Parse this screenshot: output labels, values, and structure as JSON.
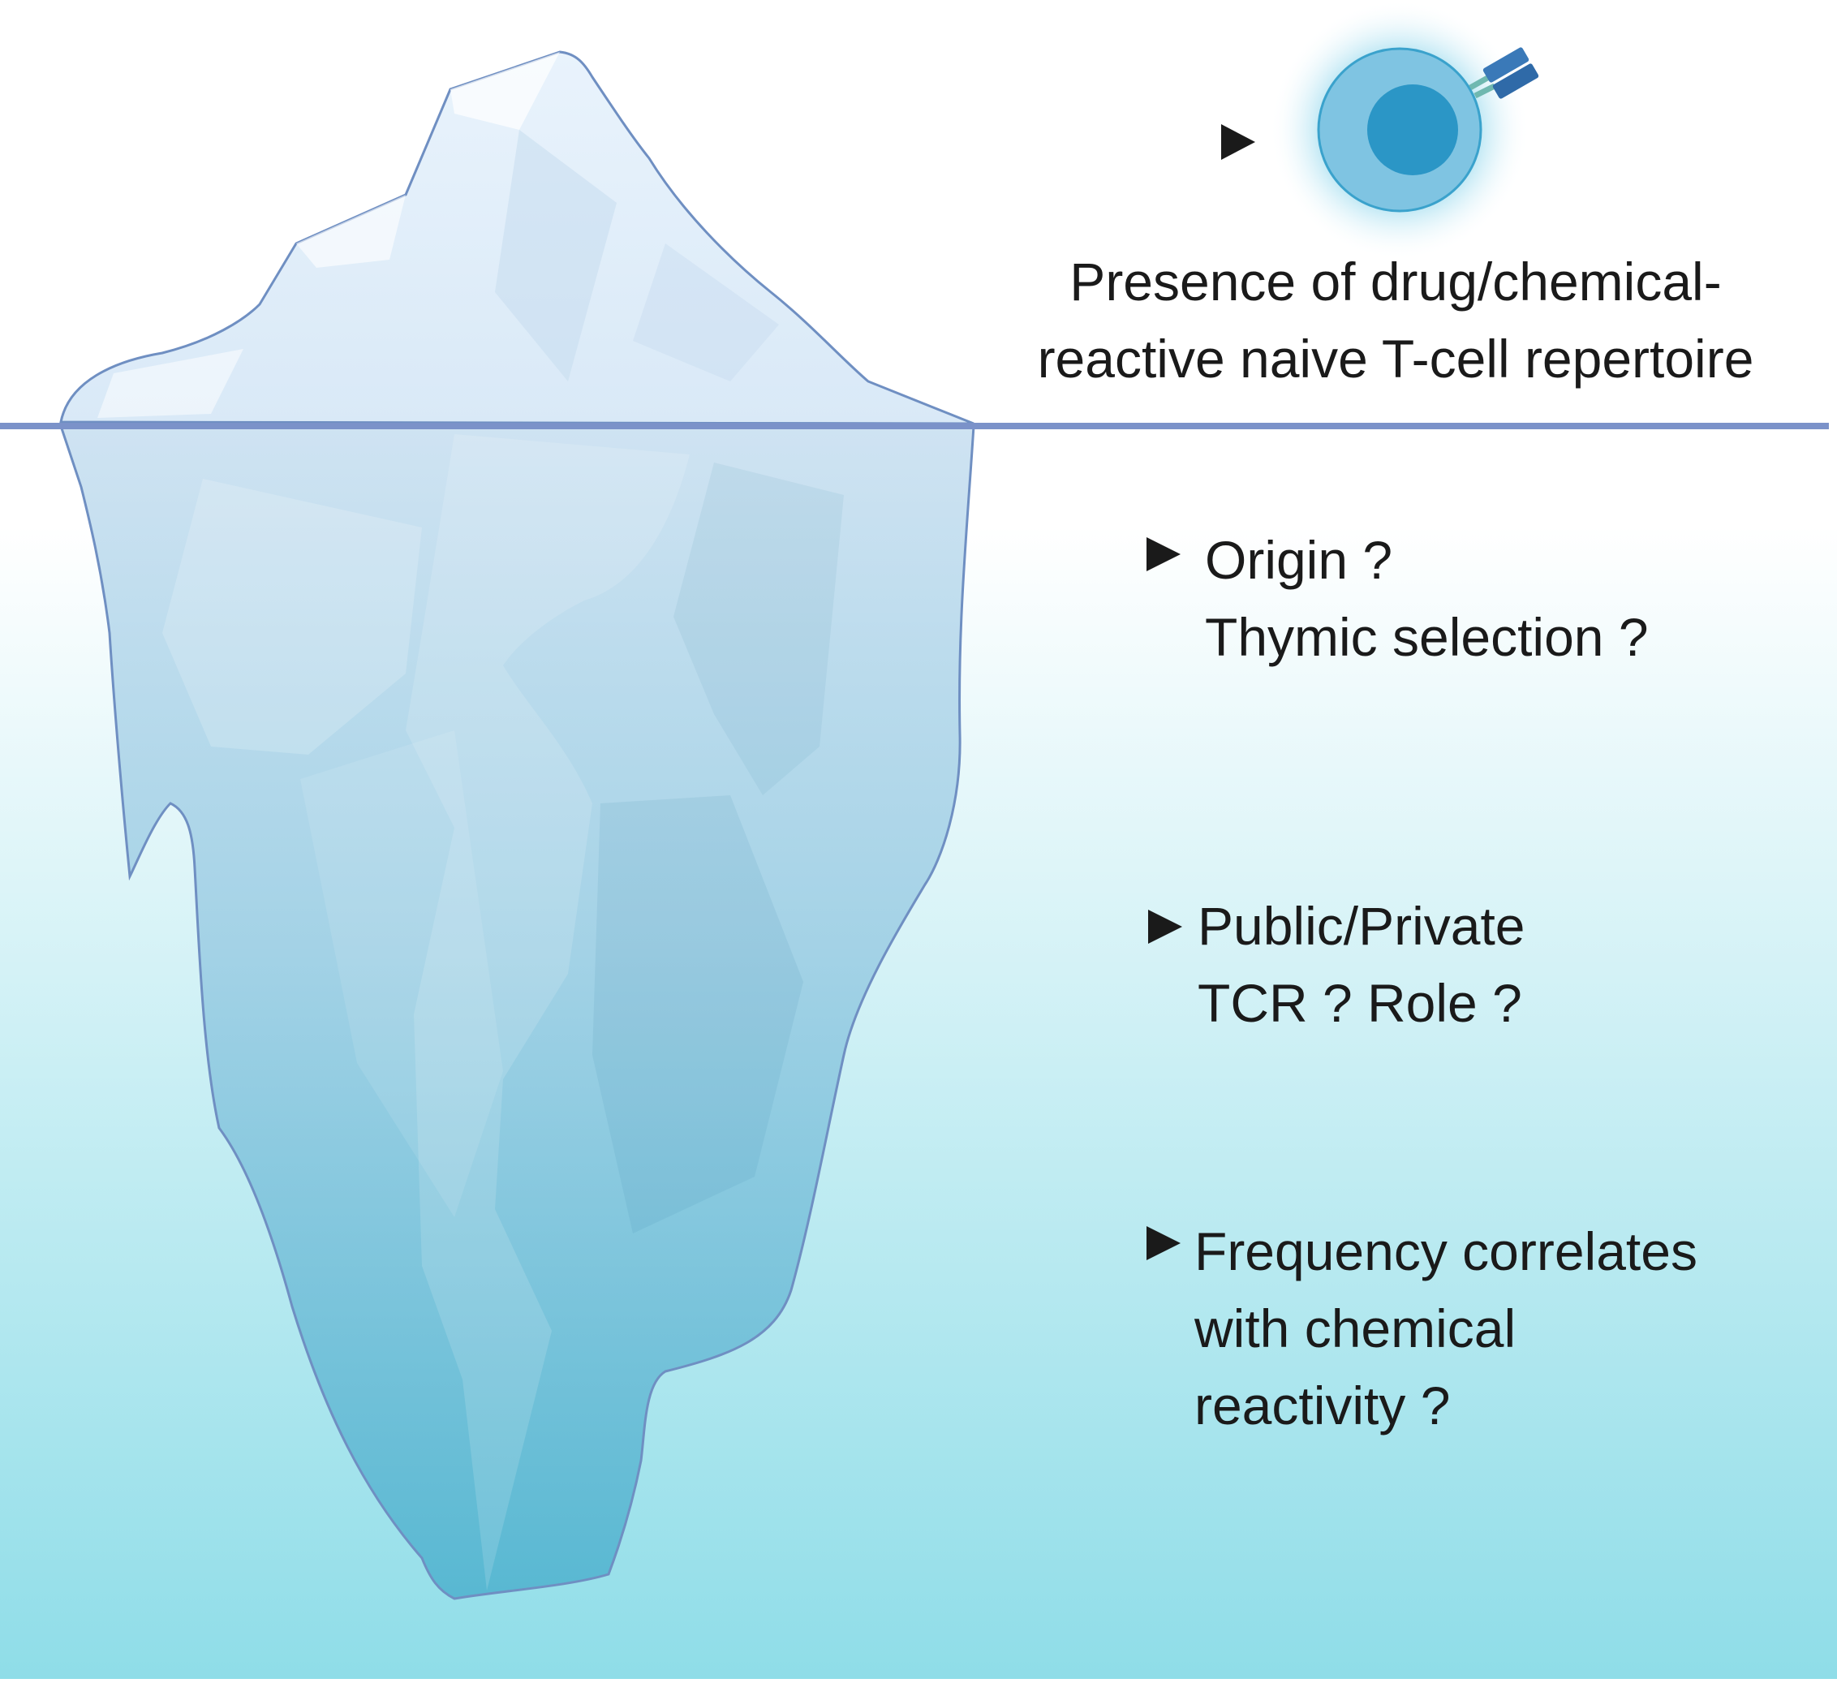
{
  "colors": {
    "water_top": "#ffffff",
    "water_bottom": "#8fdde8",
    "waterline": "#7b92c9",
    "ice_outline": "#6f8fc2",
    "arrow": "#1a1a1a",
    "cell_outer": "#7fc4e2",
    "cell_nucleus": "#2b96c6"
  },
  "icons": {
    "cell": "t-cell-icon",
    "receptor": "tcr-receptor-icon",
    "iceberg": "iceberg-illustration"
  },
  "labels": {
    "top": {
      "line1": "Presence of drug/chemical-",
      "line2": "reactive naive T-cell repertoire"
    },
    "origin": {
      "line1": "Origin ?",
      "line2": "Thymic selection ?"
    },
    "public": {
      "line1": "Public/Private",
      "line2": "TCR ? Role ?"
    },
    "frequency": {
      "line1": "Frequency correlates",
      "line2": "with chemical",
      "line3": "reactivity ?"
    }
  }
}
